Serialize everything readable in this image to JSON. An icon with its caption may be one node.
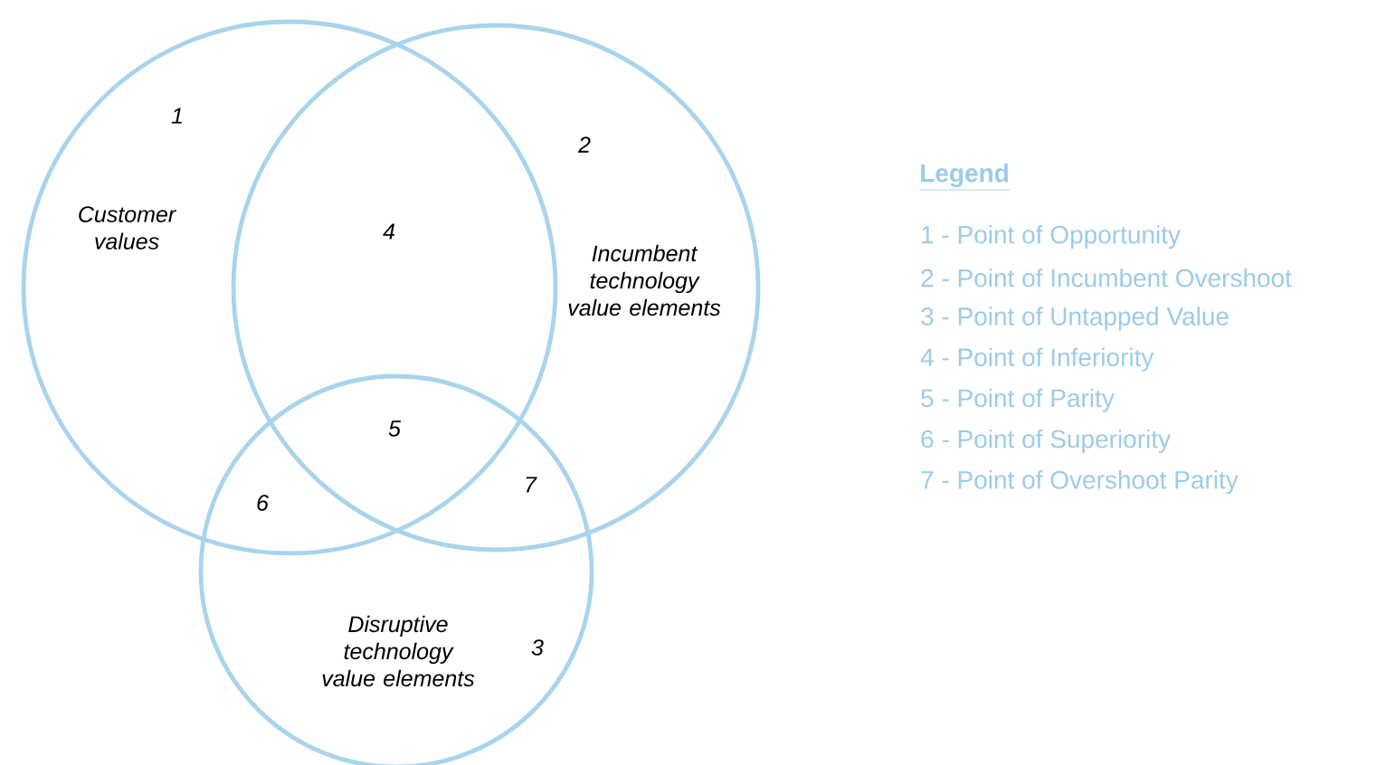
{
  "diagram": {
    "nodes": [
      {
        "text": [
          "Customer values"
        ]
      },
      {
        "text": [
          "Incumbent technology value elements"
        ]
      },
      {
        "text": [
          "Disruptive technology value elements"
        ]
      }
    ],
    "labels": [
      "1",
      "2",
      "3",
      "4",
      "5",
      "6",
      "7",
      "Legend"
    ],
    "legend": [
      {
        "text": "1 - Point of Opportunity"
      },
      {
        "text": "2 - Point of Incumbent Overshoot"
      },
      {
        "text": "3 - Point of Untapped Value"
      },
      {
        "text": "4 - Point of Inferiority"
      },
      {
        "text": "5 - Point of Parity"
      },
      {
        "text": "6 - Point of Superiority"
      },
      {
        "text": "7 - Point of Overshoot Parity"
      }
    ]
  }
}
